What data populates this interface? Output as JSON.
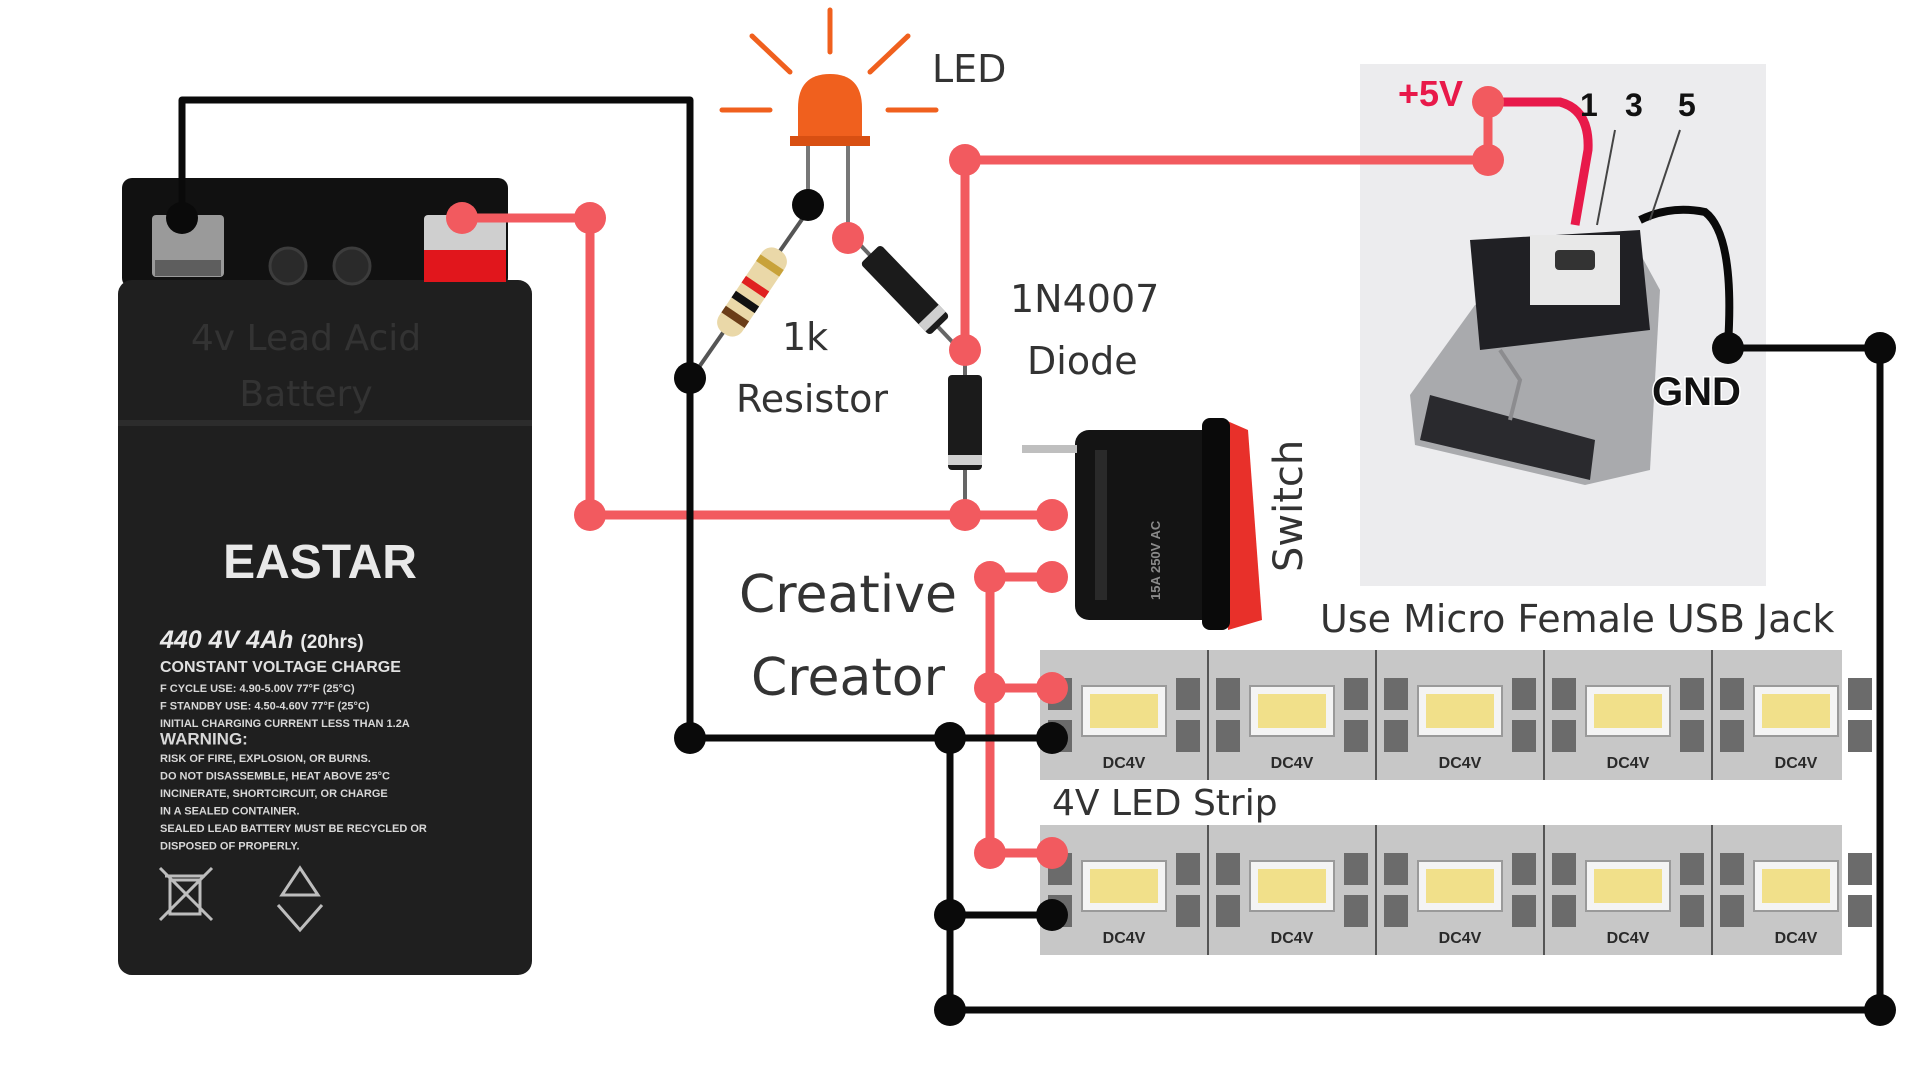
{
  "battery": {
    "label_line1": "4v Lead Acid",
    "label_line2": "Battery",
    "brand": "EASTAR",
    "model": "440 4V 4Ah",
    "model_hrs": "(20hrs)",
    "charge_text": "CONSTANT VOLTAGE CHARGE",
    "fine_print": [
      "F CYCLE USE:   4.90-5.00V 77°F (25°C)",
      "F STANDBY USE:   4.50-4.60V 77°F (25°C)",
      "INITIAL CHARGING CURRENT LESS THAN 1.2A",
      "WARNING:",
      "RISK OF FIRE, EXPLOSION, OR BURNS.",
      "DO NOT DISASSEMBLE, HEAT ABOVE 25°C",
      "INCINERATE, SHORTCIRCUIT, OR CHARGE",
      "IN A SEALED CONTAINER.",
      "SEALED LEAD BATTERY MUST BE RECYCLED OR",
      "DISPOSED OF PROPERLY."
    ]
  },
  "labels": {
    "led": "LED",
    "resistor_value": "1k",
    "resistor": "Resistor",
    "diode_part": "1N4007",
    "diode": "Diode",
    "switch": "Switch",
    "watermark_line1": "Creative",
    "watermark_line2": "Creator",
    "usb_caption": "Use Micro Female USB Jack",
    "strip_caption": "4V LED Strip"
  },
  "usb": {
    "plus5v": "+5V",
    "pin1": "1",
    "pin3": "3",
    "pin5": "5",
    "gnd": "GND"
  },
  "strip": {
    "module_label": "DC4V"
  },
  "colors": {
    "positive_wire": "#f25a5f",
    "negative_wire": "#0a0a0a",
    "led_orange": "#f0601e",
    "usb_red": "#e8194a",
    "battery_body": "#1f1f1f",
    "strip_board": "#c7c7c7",
    "smd_led": "#f1e08a"
  }
}
